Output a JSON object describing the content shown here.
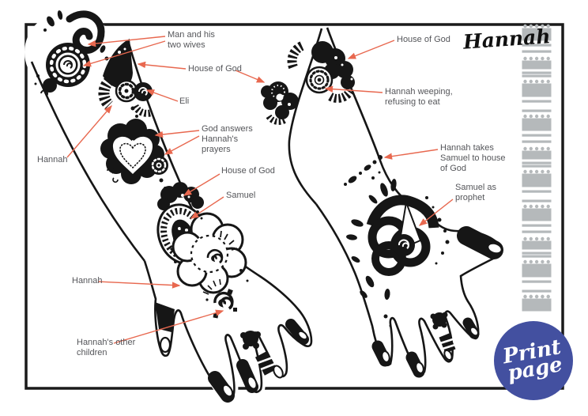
{
  "page": {
    "script_title": "Hannah",
    "print_button": {
      "line1": "Print",
      "line2": "page"
    }
  },
  "colors": {
    "arrow": "#E8684F",
    "label_text": "#55565A",
    "stripe_gray": "#B5B9BB",
    "print_blue": "#4350A0",
    "ink": "#161616"
  },
  "labels": {
    "man_two_wives": "Man and his two wives",
    "house_of_god_upper_left": "House of God",
    "eli": "Eli",
    "hannah_upper": "Hannah",
    "god_answers": "God answers Hannah's prayers",
    "house_of_god_lower_left": "House of God",
    "samuel_left": "Samuel",
    "hannah_lower": "Hannah",
    "hannahs_other_children": "Hannah's other children",
    "house_of_god_right": "House of God",
    "hannah_weeping": "Hannah weeping, refusing to eat",
    "hannah_takes_samuel": "Hannah takes Samuel to house of God",
    "samuel_as_prophet": "Samuel as prophet"
  }
}
